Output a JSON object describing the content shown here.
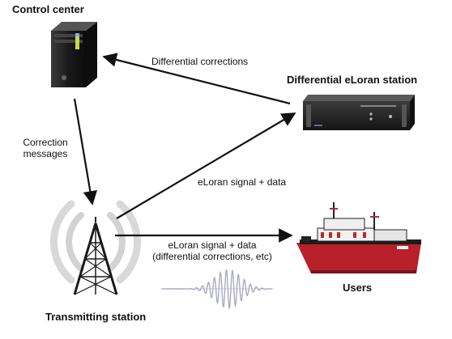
{
  "nodes": {
    "control_center": "Control center",
    "differential_station": "Differential eLoran station",
    "transmitting_station": "Transmitting station",
    "users": "Users"
  },
  "edges": {
    "station_to_control": "Differential corrections",
    "control_to_tx_line1": "Correction",
    "control_to_tx_line2": "messages",
    "tx_to_station": "eLoran signal + data",
    "tx_to_users_line1": "eLoran signal + data",
    "tx_to_users_line2": "(differential corrections, etc)"
  },
  "colors": {
    "arrow": "#111111",
    "server_body": "#1a1a1a",
    "rack_body": "#222222",
    "tower": "#1a1a1a",
    "waves": "#d4d4d4",
    "ship_hull": "#b8202a",
    "ship_deck": "#1c1c1c",
    "ship_cabin": "#f2f2f2",
    "signal_wave": "#a9a9c4"
  },
  "icons": [
    "server-icon",
    "rack-receiver-icon",
    "radio-tower-icon",
    "ship-icon",
    "signal-waveform-icon"
  ]
}
